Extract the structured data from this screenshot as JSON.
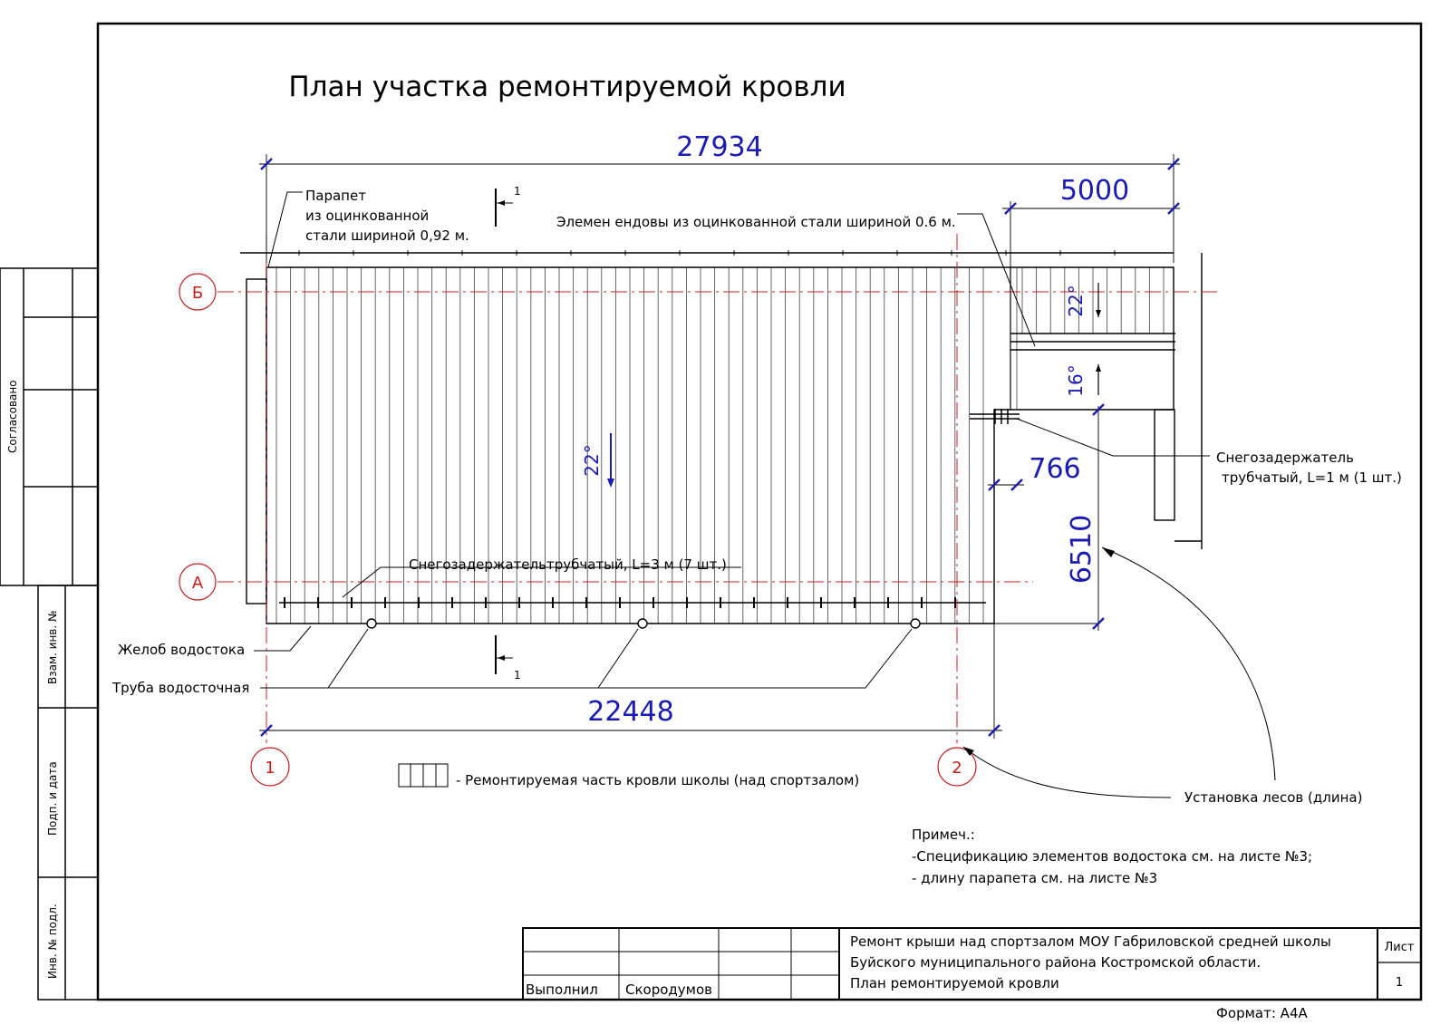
{
  "title": "План участка ремонтируемой кровли",
  "dimensions": {
    "total_length": "27934",
    "right_width": "5000",
    "small_width": "766",
    "depth": "6510",
    "lower_length": "22448"
  },
  "slopes": {
    "main": "22°",
    "upper_right": "22°",
    "lower_right": "16°"
  },
  "axes": {
    "row_b": "Б",
    "row_a": "А",
    "col_1": "1",
    "col_2": "2"
  },
  "section_mark": "1",
  "callouts": {
    "parapet": [
      "Парапет",
      "из оцинкованной",
      "стали шириной 0,92 м."
    ],
    "valley": "Элемен ендовы из оцинкованной стали шириной 0.6 м.",
    "snow_guard_small": [
      "Снегозадержатель",
      "трубчатый, L=1 м (1 шт.)"
    ],
    "snow_guard_main": "Снегозадержательтрубчатый, L=3 м (7 шт.)",
    "gutter": "Желоб водостока",
    "downpipe": "Труба водосточная",
    "scaffold": "Установка лесов (длина)"
  },
  "legend": "- Ремонтируемая часть кровли школы (над спортзалом)",
  "notes": [
    "Примеч.:",
    "-Спецификацию элементов водостока см. на листе №3;",
    "- длину парапета см. на листе №3"
  ],
  "left_stamp": {
    "agreed": "Согласовано",
    "replace_inv": "Взам. инв. №",
    "sign_date": "Подп. и дата",
    "inv_orig": "Инв. № подл."
  },
  "title_block": {
    "description": [
      "Ремонт крыши над спортзалом МОУ Габриловской средней школы",
      "Буйского муниципального района Костромской области.",
      "План ремонтируемой кровли"
    ],
    "role": "Выполнил",
    "name": "Скородумов",
    "sheet_label": "Лист",
    "sheet_number": "1"
  },
  "format": "Формат: А4А",
  "colors": {
    "dimension": "#1a1ab4",
    "axis": "#c81e1e",
    "line": "#000000"
  }
}
